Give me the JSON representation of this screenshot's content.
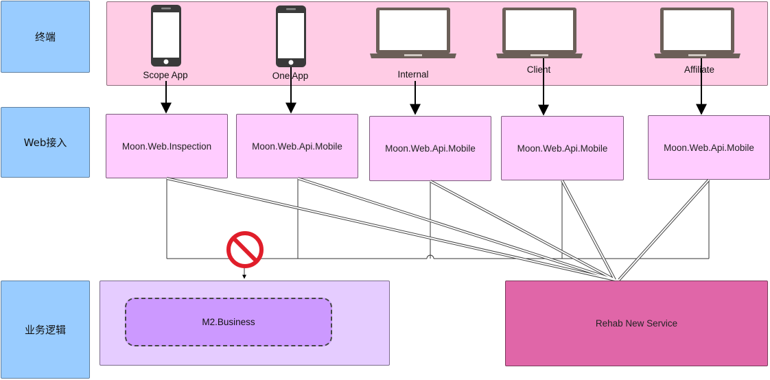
{
  "lanes": {
    "terminal": "终端",
    "web_access": "Web接入",
    "business_logic": "业务逻辑"
  },
  "devices": [
    {
      "type": "phone",
      "label": "Scope App",
      "icon": "smartphone-icon"
    },
    {
      "type": "phone",
      "label": "One App",
      "icon": "smartphone-icon"
    },
    {
      "type": "laptop",
      "label": "Internal",
      "icon": "laptop-icon"
    },
    {
      "type": "laptop",
      "label": "Client",
      "icon": "laptop-icon"
    },
    {
      "type": "laptop",
      "label": "Affiliate",
      "icon": "laptop-icon"
    }
  ],
  "services": [
    "Moon.Web.Inspection",
    "Moon.Web.Api.Mobile",
    "Moon.Web.Api.Mobile",
    "Moon.Web.Api.Mobile",
    "Moon.Web.Api.Mobile"
  ],
  "business": {
    "m2": "M2.Business",
    "rehab": "Rehab New Service",
    "blocked_icon": "prohibited-icon"
  },
  "colors": {
    "lane_label": "#99ccff",
    "terminal_band": "#ffcce5",
    "service_box": "#ffccff",
    "business_area": "#e5ccff",
    "m2_box": "#cc99ff",
    "rehab_box": "#e066a8",
    "prohibited": "#e01e2a"
  }
}
